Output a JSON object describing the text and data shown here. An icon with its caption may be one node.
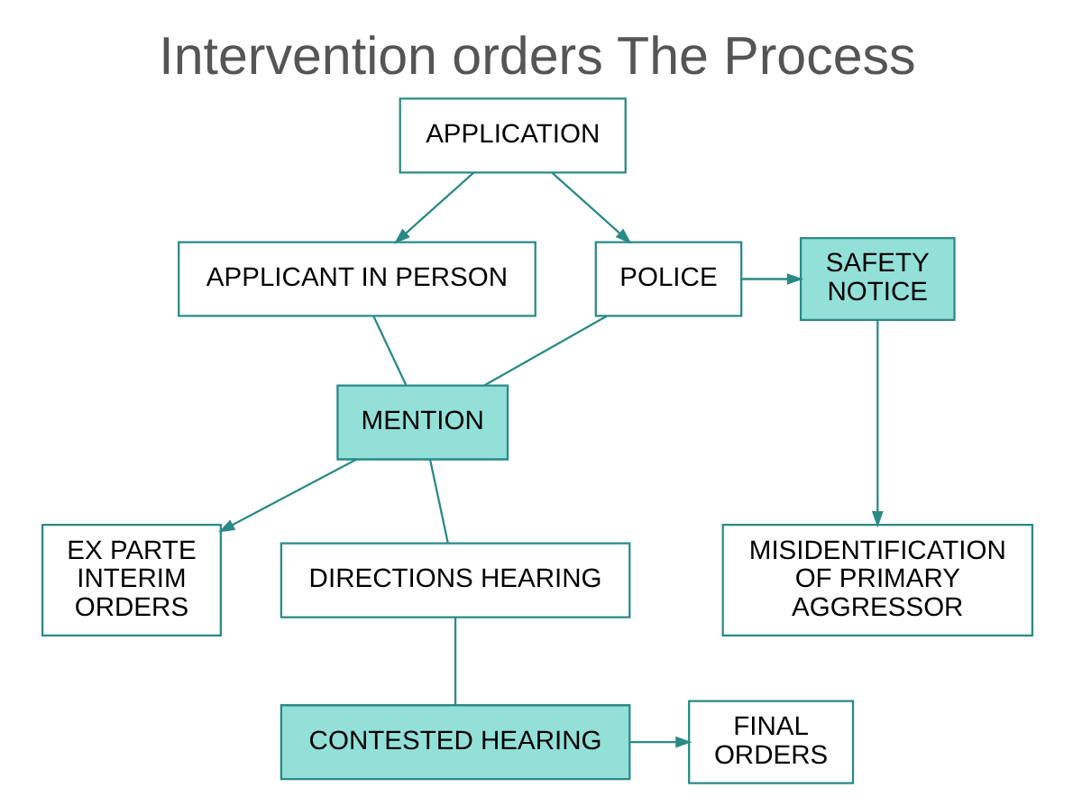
{
  "diagram": {
    "title": "Intervention orders The Process",
    "nodes": [
      {
        "text": [
          "APPLICATION"
        ]
      },
      {
        "text": [
          "APPLICANT IN PERSON"
        ]
      },
      {
        "text": [
          "POLICE"
        ]
      },
      {
        "text": [
          "SAFETY NOTICE"
        ]
      },
      {
        "text": [
          "MENTION"
        ]
      },
      {
        "text": [
          "MISIDENTIFICATION OF PRIMARY AGGRESSOR"
        ]
      },
      {
        "text": [
          "EX PARTE INTERIM ORDERS"
        ]
      },
      {
        "text": [
          "DIRECTIONS HEARING"
        ]
      },
      {
        "text": [
          "CONTESTED HEARING"
        ]
      },
      {
        "text": [
          "FINAL ORDERS"
        ]
      }
    ],
    "edges": [
      {
        "from": 0,
        "to": 1,
        "arrow": "to"
      },
      {
        "from": 0,
        "to": 2,
        "arrow": "to"
      },
      {
        "from": 2,
        "to": 3,
        "arrow": "to"
      },
      {
        "from": 1,
        "to": 4,
        "arrow": "none"
      },
      {
        "from": 2,
        "to": 4,
        "arrow": "none"
      },
      {
        "from": 3,
        "to": 5,
        "arrow": "to"
      },
      {
        "from": 4,
        "to": 6,
        "arrow": "to"
      },
      {
        "from": 4,
        "to": 7,
        "arrow": "none"
      },
      {
        "from": 7,
        "to": 8,
        "arrow": "none"
      },
      {
        "from": 8,
        "to": 9,
        "arrow": "to"
      }
    ]
  }
}
